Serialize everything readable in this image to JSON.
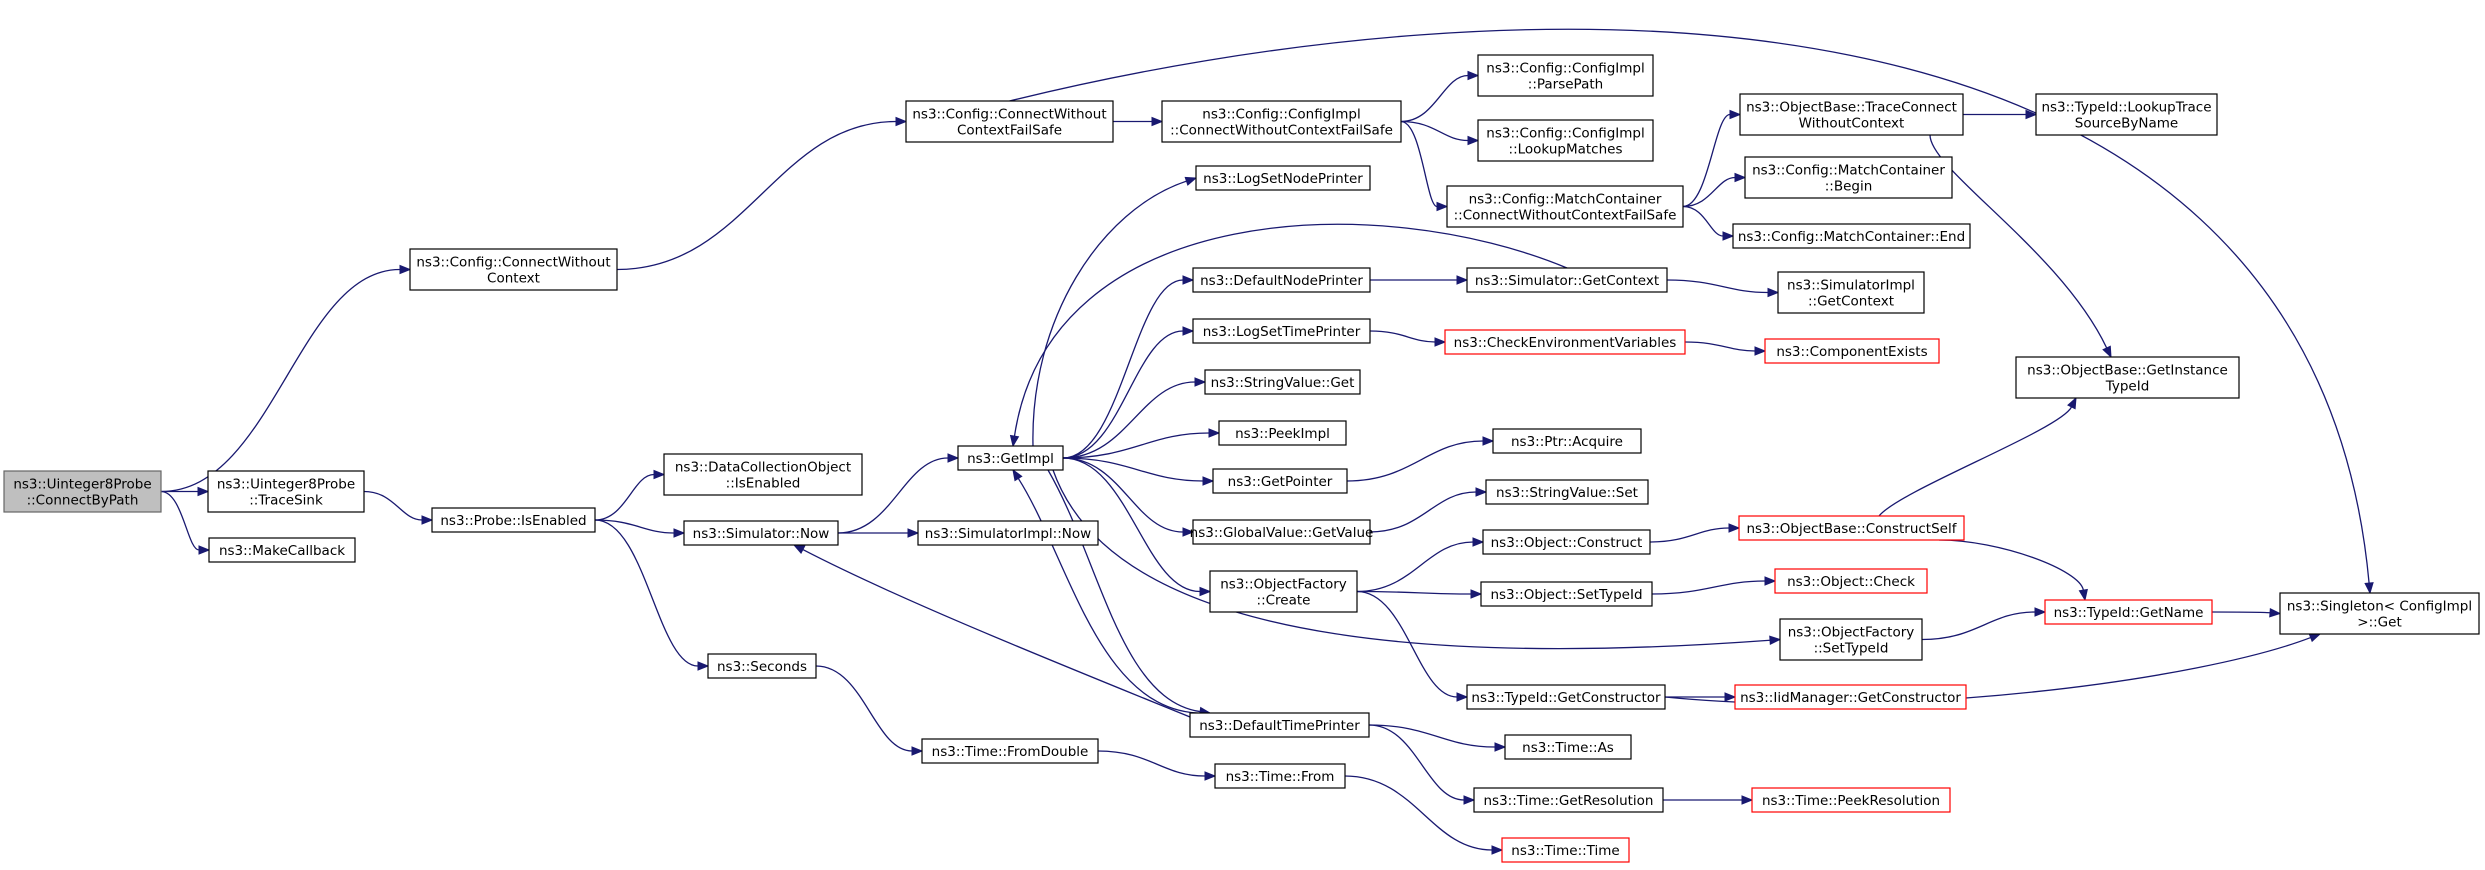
{
  "colors": {
    "edge": "#191970",
    "node_border": "#000000",
    "node_border_truncated": "#ff0000",
    "node_fill": "#ffffff",
    "root_fill": "#bfbfbf",
    "root_border": "#666666"
  },
  "nodes": [
    {
      "id": "root",
      "lines": [
        "ns3::Uinteger8Probe",
        "::ConnectByPath"
      ],
      "style": "root"
    },
    {
      "id": "cfgConnectWithoutContext",
      "lines": [
        "ns3::Config::ConnectWithout",
        "Context"
      ]
    },
    {
      "id": "cfgConnectWithoutContextFailSafe",
      "lines": [
        "ns3::Config::ConnectWithout",
        "ContextFailSafe"
      ]
    },
    {
      "id": "configImplConnectFailSafe",
      "lines": [
        "ns3::Config::ConfigImpl",
        "::ConnectWithoutContextFailSafe"
      ]
    },
    {
      "id": "configImplParsePath",
      "lines": [
        "ns3::Config::ConfigImpl",
        "::ParsePath"
      ]
    },
    {
      "id": "configImplLookupMatches",
      "lines": [
        "ns3::Config::ConfigImpl",
        "::LookupMatches"
      ]
    },
    {
      "id": "matchContainerConnectFailSafe",
      "lines": [
        "ns3::Config::MatchContainer",
        "::ConnectWithoutContextFailSafe"
      ]
    },
    {
      "id": "objectBaseTraceConnect",
      "lines": [
        "ns3::ObjectBase::TraceConnect",
        "WithoutContext"
      ]
    },
    {
      "id": "typeIdLookupTraceSource",
      "lines": [
        "ns3::TypeId::LookupTrace",
        "SourceByName"
      ]
    },
    {
      "id": "matchContainerBegin",
      "lines": [
        "ns3::Config::MatchContainer",
        "::Begin"
      ]
    },
    {
      "id": "matchContainerEnd",
      "lines": [
        "ns3::Config::MatchContainer::End"
      ]
    },
    {
      "id": "uint8TraceSink",
      "lines": [
        "ns3::Uinteger8Probe",
        "::TraceSink"
      ]
    },
    {
      "id": "makeCallback",
      "lines": [
        "ns3::MakeCallback"
      ]
    },
    {
      "id": "probeIsEnabled",
      "lines": [
        "ns3::Probe::IsEnabled"
      ]
    },
    {
      "id": "dcoIsEnabled",
      "lines": [
        "ns3::DataCollectionObject",
        "::IsEnabled"
      ]
    },
    {
      "id": "simulatorNow",
      "lines": [
        "ns3::Simulator::Now"
      ]
    },
    {
      "id": "simImplNow",
      "lines": [
        "ns3::SimulatorImpl::Now"
      ]
    },
    {
      "id": "getImpl",
      "lines": [
        "ns3::GetImpl"
      ]
    },
    {
      "id": "seconds",
      "lines": [
        "ns3::Seconds"
      ]
    },
    {
      "id": "timeFromDouble",
      "lines": [
        "ns3::Time::FromDouble"
      ]
    },
    {
      "id": "timeFrom",
      "lines": [
        "ns3::Time::From"
      ]
    },
    {
      "id": "timeTime",
      "lines": [
        "ns3::Time::Time"
      ],
      "style": "truncated"
    },
    {
      "id": "logSetNodePrinter",
      "lines": [
        "ns3::LogSetNodePrinter"
      ]
    },
    {
      "id": "defaultNodePrinter",
      "lines": [
        "ns3::DefaultNodePrinter"
      ]
    },
    {
      "id": "logSetTimePrinter",
      "lines": [
        "ns3::LogSetTimePrinter"
      ]
    },
    {
      "id": "stringValueGet",
      "lines": [
        "ns3::StringValue::Get"
      ]
    },
    {
      "id": "peekImpl",
      "lines": [
        "ns3::PeekImpl"
      ]
    },
    {
      "id": "getPointer",
      "lines": [
        "ns3::GetPointer"
      ]
    },
    {
      "id": "globalValueGetValue",
      "lines": [
        "ns3::GlobalValue::GetValue"
      ]
    },
    {
      "id": "objectFactoryCreate",
      "lines": [
        "ns3::ObjectFactory",
        "::Create"
      ]
    },
    {
      "id": "defaultTimePrinter",
      "lines": [
        "ns3::DefaultTimePrinter"
      ]
    },
    {
      "id": "simulatorGetContext",
      "lines": [
        "ns3::Simulator::GetContext"
      ]
    },
    {
      "id": "simImplGetContext",
      "lines": [
        "ns3::SimulatorImpl",
        "::GetContext"
      ]
    },
    {
      "id": "checkEnvVars",
      "lines": [
        "ns3::CheckEnvironmentVariables"
      ],
      "style": "truncated"
    },
    {
      "id": "componentExists",
      "lines": [
        "ns3::ComponentExists"
      ],
      "style": "truncated"
    },
    {
      "id": "ptrAcquire",
      "lines": [
        "ns3::Ptr::Acquire"
      ]
    },
    {
      "id": "stringValueSet",
      "lines": [
        "ns3::StringValue::Set"
      ]
    },
    {
      "id": "objectConstruct",
      "lines": [
        "ns3::Object::Construct"
      ]
    },
    {
      "id": "objectSetTypeId",
      "lines": [
        "ns3::Object::SetTypeId"
      ]
    },
    {
      "id": "objectFactorySetTypeId",
      "lines": [
        "ns3::ObjectFactory",
        "::SetTypeId"
      ]
    },
    {
      "id": "typeIdGetConstructor",
      "lines": [
        "ns3::TypeId::GetConstructor"
      ]
    },
    {
      "id": "timeAs",
      "lines": [
        "ns3::Time::As"
      ]
    },
    {
      "id": "timeGetResolution",
      "lines": [
        "ns3::Time::GetResolution"
      ]
    },
    {
      "id": "objectBaseConstructSelf",
      "lines": [
        "ns3::ObjectBase::ConstructSelf"
      ],
      "style": "truncated"
    },
    {
      "id": "objectCheck",
      "lines": [
        "ns3::Object::Check"
      ],
      "style": "truncated"
    },
    {
      "id": "typeIdGetName",
      "lines": [
        "ns3::TypeId::GetName"
      ],
      "style": "truncated"
    },
    {
      "id": "iidManagerGetConstructor",
      "lines": [
        "ns3::IidManager::GetConstructor"
      ],
      "style": "truncated"
    },
    {
      "id": "timePeekResolution",
      "lines": [
        "ns3::Time::PeekResolution"
      ],
      "style": "truncated"
    },
    {
      "id": "objectBaseGetInstanceTypeId",
      "lines": [
        "ns3::ObjectBase::GetInstance",
        "TypeId"
      ]
    },
    {
      "id": "singletonGet",
      "lines": [
        "ns3::Singleton< ConfigImpl",
        " >::Get"
      ]
    }
  ],
  "edges": [
    [
      "root",
      "cfgConnectWithoutContext"
    ],
    [
      "root",
      "uint8TraceSink"
    ],
    [
      "root",
      "makeCallback"
    ],
    [
      "cfgConnectWithoutContext",
      "cfgConnectWithoutContextFailSafe"
    ],
    [
      "cfgConnectWithoutContextFailSafe",
      "configImplConnectFailSafe"
    ],
    [
      "cfgConnectWithoutContextFailSafe",
      "singletonGet"
    ],
    [
      "configImplConnectFailSafe",
      "configImplParsePath"
    ],
    [
      "configImplConnectFailSafe",
      "configImplLookupMatches"
    ],
    [
      "configImplConnectFailSafe",
      "matchContainerConnectFailSafe"
    ],
    [
      "matchContainerConnectFailSafe",
      "objectBaseTraceConnect"
    ],
    [
      "matchContainerConnectFailSafe",
      "matchContainerBegin"
    ],
    [
      "matchContainerConnectFailSafe",
      "matchContainerEnd"
    ],
    [
      "objectBaseTraceConnect",
      "typeIdLookupTraceSource"
    ],
    [
      "objectBaseTraceConnect",
      "objectBaseGetInstanceTypeId"
    ],
    [
      "uint8TraceSink",
      "probeIsEnabled"
    ],
    [
      "probeIsEnabled",
      "dcoIsEnabled"
    ],
    [
      "probeIsEnabled",
      "simulatorNow"
    ],
    [
      "probeIsEnabled",
      "seconds"
    ],
    [
      "simulatorNow",
      "getImpl"
    ],
    [
      "simulatorNow",
      "simImplNow"
    ],
    [
      "seconds",
      "timeFromDouble"
    ],
    [
      "timeFromDouble",
      "timeFrom"
    ],
    [
      "timeFrom",
      "timeTime"
    ],
    [
      "getImpl",
      "logSetNodePrinter"
    ],
    [
      "getImpl",
      "defaultNodePrinter"
    ],
    [
      "getImpl",
      "logSetTimePrinter"
    ],
    [
      "getImpl",
      "stringValueGet"
    ],
    [
      "getImpl",
      "peekImpl"
    ],
    [
      "getImpl",
      "getPointer"
    ],
    [
      "getImpl",
      "globalValueGetValue"
    ],
    [
      "getImpl",
      "objectFactoryCreate"
    ],
    [
      "getImpl",
      "defaultTimePrinter"
    ],
    [
      "getImpl",
      "objectFactorySetTypeId"
    ],
    [
      "simulatorGetContext",
      "getImpl"
    ],
    [
      "defaultTimePrinter",
      "getImpl"
    ],
    [
      "defaultNodePrinter",
      "simulatorGetContext"
    ],
    [
      "simulatorGetContext",
      "simImplGetContext"
    ],
    [
      "logSetTimePrinter",
      "checkEnvVars"
    ],
    [
      "checkEnvVars",
      "componentExists"
    ],
    [
      "getPointer",
      "ptrAcquire"
    ],
    [
      "globalValueGetValue",
      "stringValueSet"
    ],
    [
      "objectFactoryCreate",
      "objectConstruct"
    ],
    [
      "objectFactoryCreate",
      "objectSetTypeId"
    ],
    [
      "objectFactoryCreate",
      "typeIdGetConstructor"
    ],
    [
      "objectConstruct",
      "objectBaseConstructSelf"
    ],
    [
      "objectSetTypeId",
      "objectCheck"
    ],
    [
      "objectBaseConstructSelf",
      "objectBaseGetInstanceTypeId"
    ],
    [
      "objectBaseConstructSelf",
      "typeIdGetName"
    ],
    [
      "objectFactorySetTypeId",
      "typeIdGetName"
    ],
    [
      "typeIdGetName",
      "singletonGet"
    ],
    [
      "typeIdGetConstructor",
      "iidManagerGetConstructor"
    ],
    [
      "typeIdGetConstructor",
      "singletonGet"
    ],
    [
      "defaultTimePrinter",
      "simulatorNow"
    ],
    [
      "defaultTimePrinter",
      "timeAs"
    ],
    [
      "defaultTimePrinter",
      "timeGetResolution"
    ],
    [
      "timeGetResolution",
      "timePeekResolution"
    ]
  ]
}
